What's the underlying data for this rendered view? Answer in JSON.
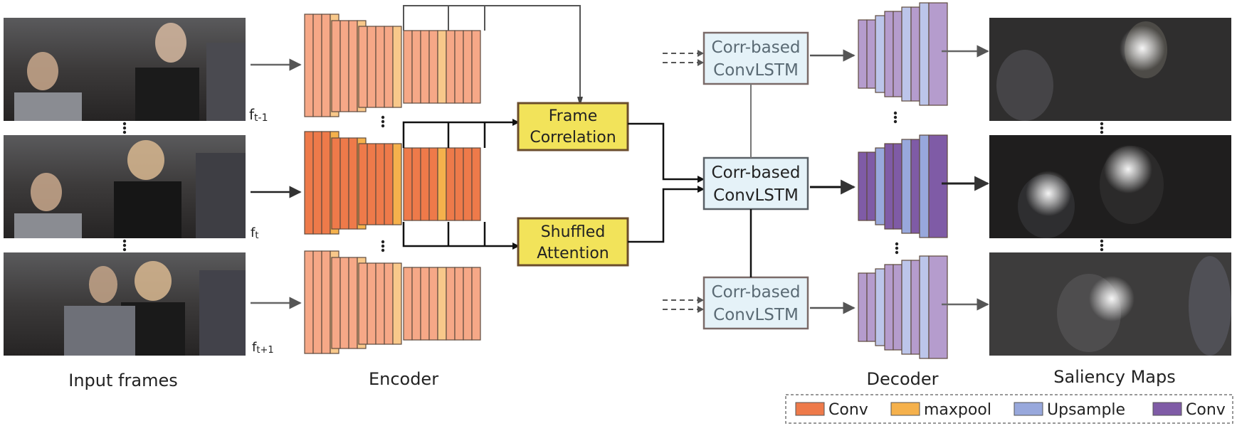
{
  "labels": {
    "input_frames": "Input frames",
    "encoder": "Encoder",
    "decoder": "Decoder",
    "saliency_maps": "Saliency Maps"
  },
  "frames": {
    "prev": {
      "label": "f",
      "sub": "t-1"
    },
    "curr": {
      "label": "f",
      "sub": "t"
    },
    "next": {
      "label": "f",
      "sub": "t+1"
    }
  },
  "modules": {
    "frame_correlation": {
      "line1": "Frame",
      "line2": "Correlation"
    },
    "shuffled_attention": {
      "line1": "Shuffled",
      "line2": "Attention"
    },
    "convlstm": {
      "line1": "Corr-based",
      "line2": "ConvLSTM"
    }
  },
  "legend": [
    {
      "name": "Conv",
      "color": "#ee7a4a"
    },
    {
      "name": "maxpool",
      "color": "#f5b14c"
    },
    {
      "name": "Upsample",
      "color": "#98a8dc"
    },
    {
      "name": "Conv",
      "color": "#7f5ba6"
    }
  ],
  "colors": {
    "enc_conv": "#ee7a4a",
    "enc_conv_light": "#f6a887",
    "enc_pool": "#f5b14c",
    "enc_pool_light": "#f8c88a",
    "dec_up": "#98a8dc",
    "dec_up_light": "#bcc5ea",
    "dec_conv": "#7f5ba6",
    "dec_conv_light": "#b59ccd",
    "module_yellow": "#f2e35a",
    "module_blue": "#e5f2f8"
  }
}
